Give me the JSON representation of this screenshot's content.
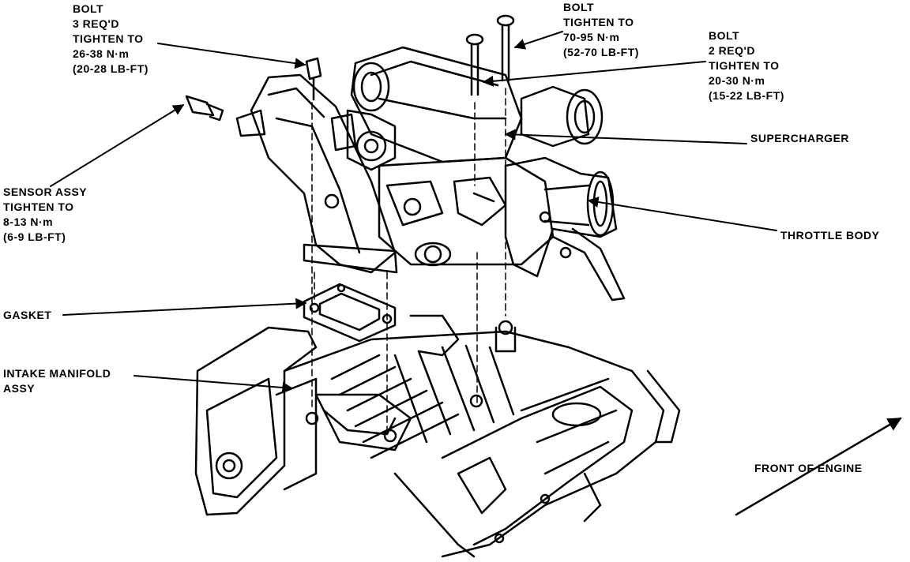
{
  "labels": {
    "bolt_left": [
      "BOLT",
      "3 REQ'D",
      "TIGHTEN TO",
      "26-38 N·m",
      "(20-28 LB-FT)"
    ],
    "bolt_top": [
      "BOLT",
      "TIGHTEN TO",
      "70-95 N·m",
      "(52-70 LB-FT)"
    ],
    "bolt_right": [
      "BOLT",
      "2 REQ'D",
      "TIGHTEN TO",
      "20-30 N·m",
      "(15-22 LB-FT)"
    ],
    "supercharger": "SUPERCHARGER",
    "throttle_body": "THROTTLE BODY",
    "sensor": [
      "SENSOR ASSY",
      "TIGHTEN TO",
      "8-13 N·m",
      "(6-9 LB-FT)"
    ],
    "gasket": "GASKET",
    "intake_manifold": [
      "INTAKE MANIFOLD",
      "ASSY"
    ],
    "front_of_engine": "FRONT OF ENGINE"
  },
  "colors": {
    "ink": "#000000",
    "paper": "#ffffff"
  }
}
